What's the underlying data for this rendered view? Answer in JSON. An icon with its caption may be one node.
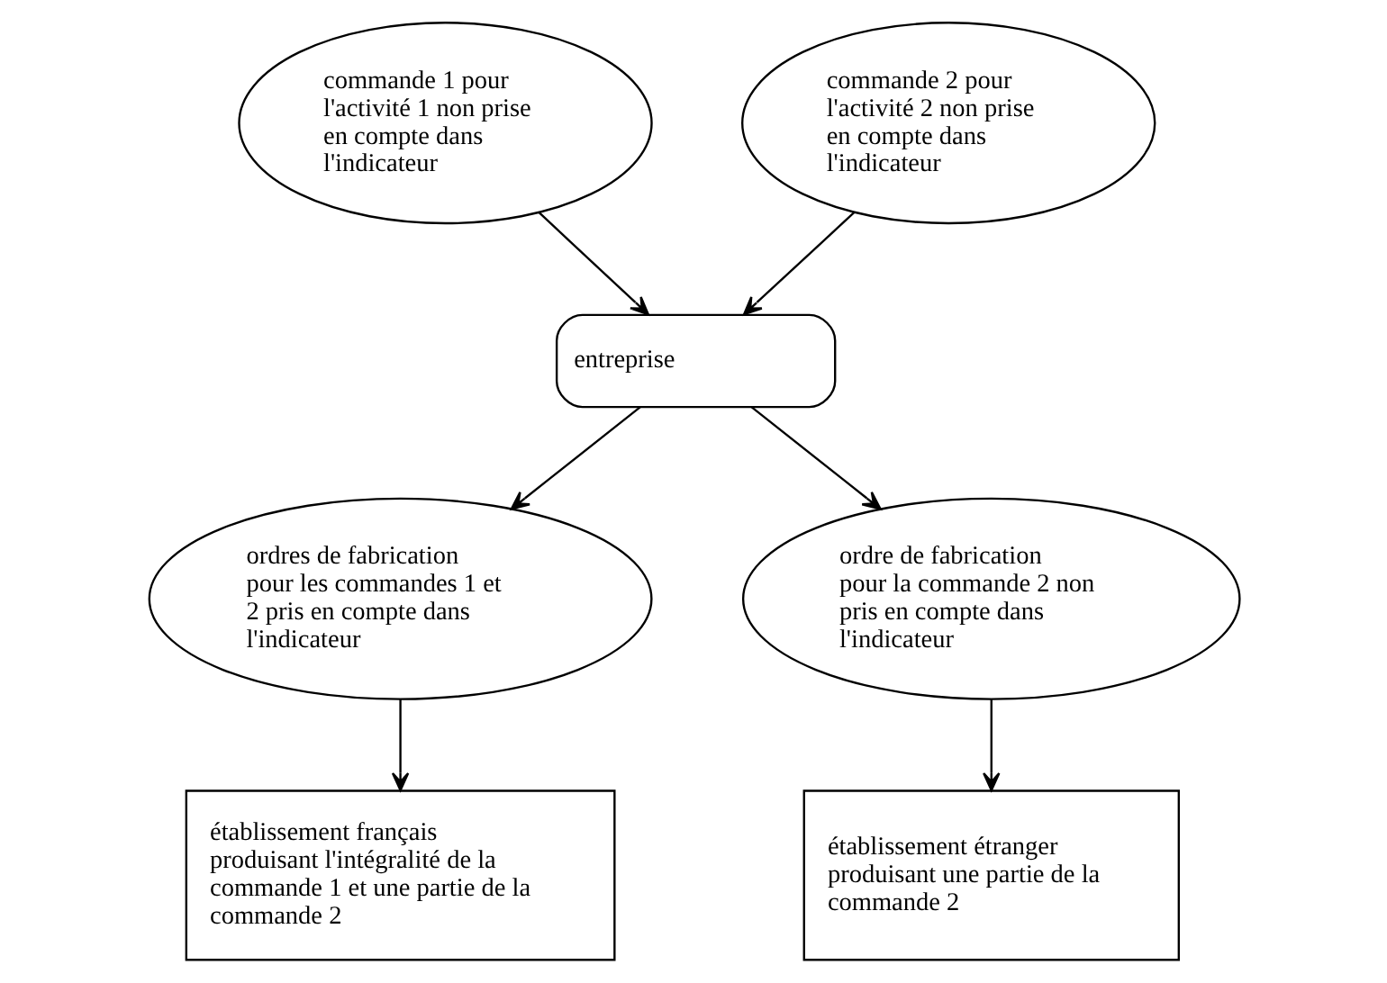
{
  "diagram": {
    "nodes": [
      {
        "text": [
          "commande 1 pour l'activité 1 non prise en compte dans l'indicateur"
        ]
      },
      {
        "text": [
          "commande 2 pour l'activité 2 non prise en compte dans l'indicateur"
        ]
      },
      {
        "text": [
          "entreprise"
        ]
      },
      {
        "text": [
          "ordres de fabrication pour les commandes 1 et 2 pris en compte dans l'indicateur"
        ]
      },
      {
        "text": [
          "ordre de fabrication pour la commande 2 non pris en compte dans l'indicateur"
        ]
      },
      {
        "text": [
          "établissement français produisant l'intégralité de la commande 1 et une partie de la commande 2"
        ]
      },
      {
        "text": [
          "établissement étranger produisant une partie de la commande 2"
        ]
      }
    ],
    "edges": [
      {
        "from": 0,
        "to": 2,
        "arrow": "to"
      },
      {
        "from": 1,
        "to": 2,
        "arrow": "to"
      },
      {
        "from": 2,
        "to": 3,
        "arrow": "to"
      },
      {
        "from": 2,
        "to": 4,
        "arrow": "to"
      },
      {
        "from": 3,
        "to": 5,
        "arrow": "to"
      },
      {
        "from": 4,
        "to": 6,
        "arrow": "to"
      }
    ]
  }
}
